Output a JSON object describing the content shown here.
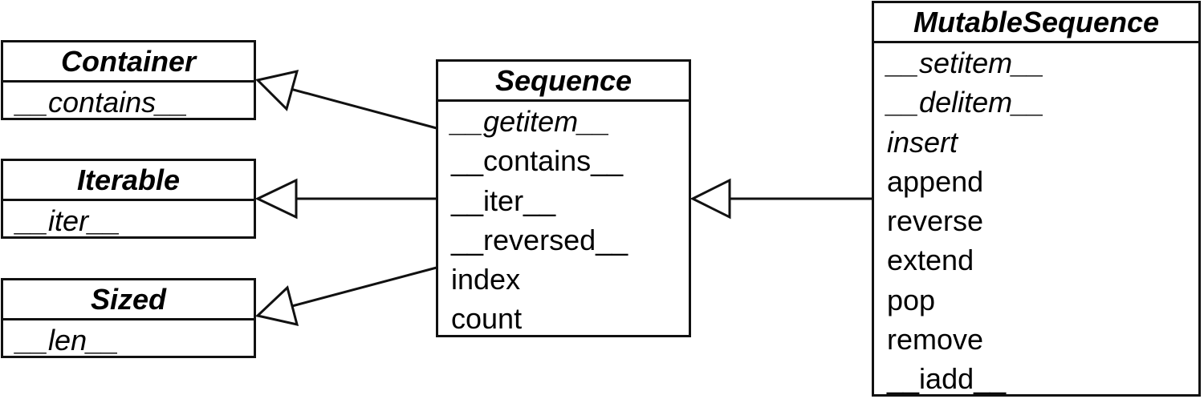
{
  "classes": {
    "container": {
      "name": "Container",
      "members": [
        {
          "label": "__contains__",
          "abstract": true
        }
      ]
    },
    "iterable": {
      "name": "Iterable",
      "members": [
        {
          "label": "__iter__",
          "abstract": true
        }
      ]
    },
    "sized": {
      "name": "Sized",
      "members": [
        {
          "label": "__len__",
          "abstract": true
        }
      ]
    },
    "sequence": {
      "name": "Sequence",
      "members": [
        {
          "label": "__getitem__",
          "abstract": true
        },
        {
          "label": "__contains__",
          "abstract": false
        },
        {
          "label": "__iter__",
          "abstract": false
        },
        {
          "label": "__reversed__",
          "abstract": false
        },
        {
          "label": "index",
          "abstract": false
        },
        {
          "label": "count",
          "abstract": false
        }
      ]
    },
    "mutable_sequence": {
      "name": "MutableSequence",
      "members": [
        {
          "label": "__setitem__",
          "abstract": true
        },
        {
          "label": "__delitem__",
          "abstract": true
        },
        {
          "label": "insert",
          "abstract": true
        },
        {
          "label": "append",
          "abstract": false
        },
        {
          "label": "reverse",
          "abstract": false
        },
        {
          "label": "extend",
          "abstract": false
        },
        {
          "label": "pop",
          "abstract": false
        },
        {
          "label": "remove",
          "abstract": false
        },
        {
          "label": "__iadd__",
          "abstract": false
        }
      ]
    }
  },
  "relations": [
    {
      "from": "Sequence",
      "to": "Container",
      "type": "inheritance"
    },
    {
      "from": "Sequence",
      "to": "Iterable",
      "type": "inheritance"
    },
    {
      "from": "Sequence",
      "to": "Sized",
      "type": "inheritance"
    },
    {
      "from": "MutableSequence",
      "to": "Sequence",
      "type": "inheritance"
    }
  ]
}
